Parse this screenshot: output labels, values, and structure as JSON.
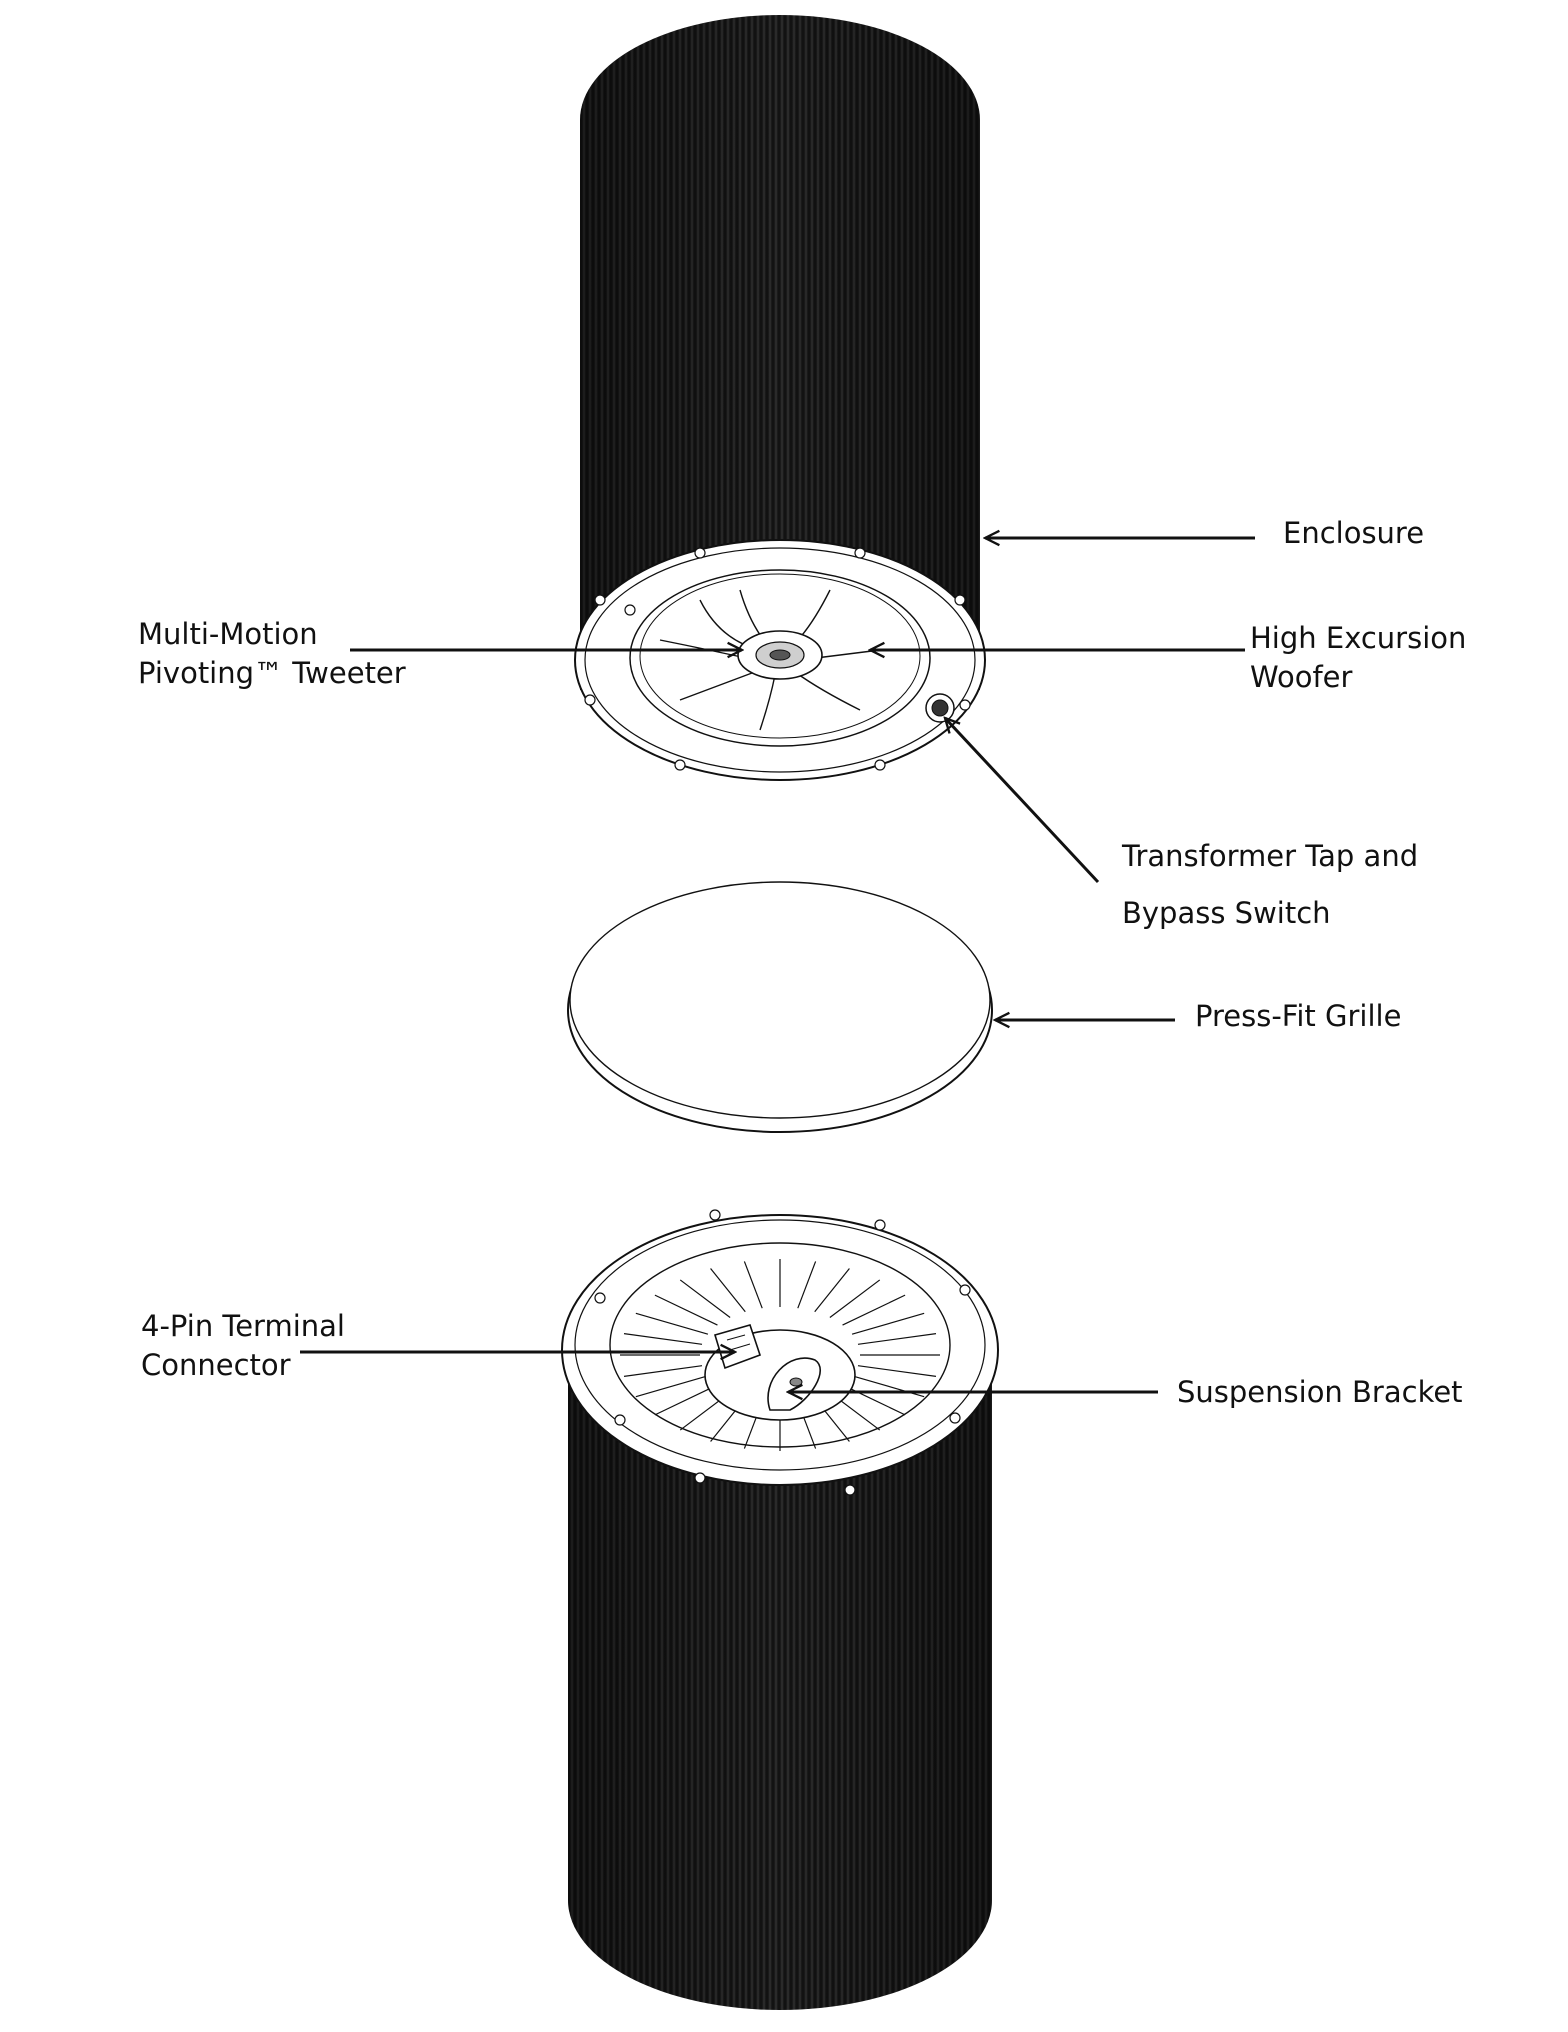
{
  "labels": {
    "enclosure": [
      "Enclosure"
    ],
    "tweeter": [
      "Multi-Motion",
      "Pivoting™ Tweeter"
    ],
    "woofer": [
      "High Excursion",
      "Woofer"
    ],
    "transformer": [
      "Transformer Tap and",
      "Bypass Switch"
    ],
    "grille": [
      "Press-Fit Grille"
    ],
    "terminal": [
      "4-Pin Terminal",
      "Connector"
    ],
    "bracket": [
      "Suspension Bracket"
    ]
  },
  "colors": {
    "ink": "#111111",
    "body": "#1c1c1c",
    "body_edge": "#ffffff",
    "background": "#ffffff"
  },
  "icons": [
    "arrow-head-icon",
    "screw-hole-icon"
  ]
}
